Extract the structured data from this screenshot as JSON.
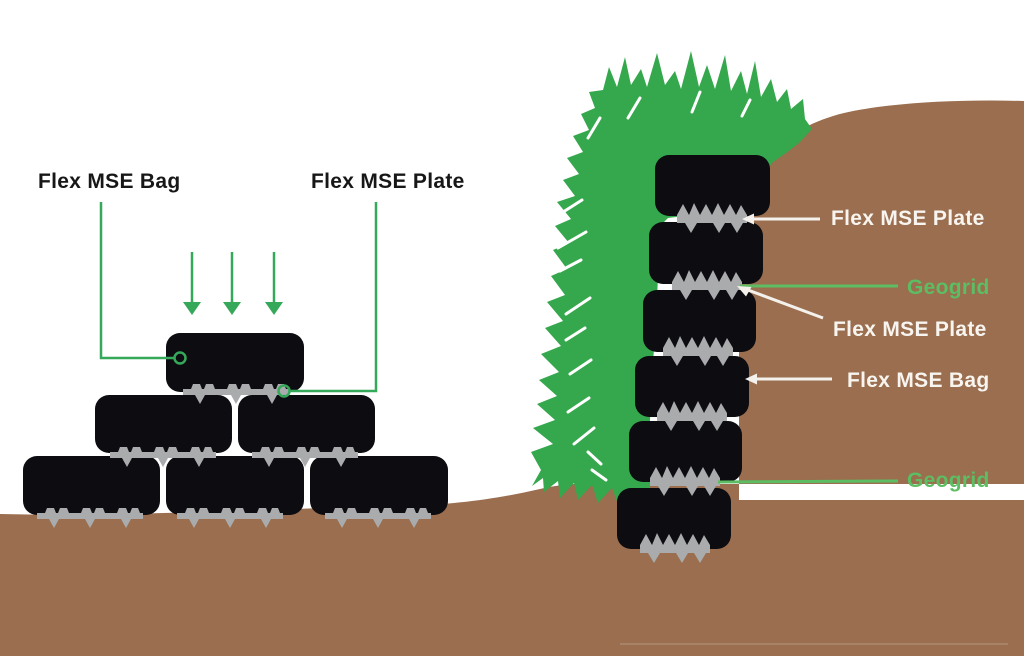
{
  "diagram": {
    "left": {
      "bag_label": "Flex MSE Bag",
      "plate_label": "Flex MSE Plate"
    },
    "right": {
      "plate_label_top": "Flex MSE Plate",
      "geogrid_label_top": "Geogrid",
      "plate_label_mid": "Flex MSE Plate",
      "bag_label": "Flex MSE Bag",
      "geogrid_label_bottom": "Geogrid"
    },
    "colors": {
      "background": "#ffffff",
      "soil_brown": "#9a6e4e",
      "grass_green": "#35a84d",
      "bag_black": "#0c0c11",
      "plate_gray": "#a9abad",
      "annotation_green": "#35a85a",
      "geogrid_green": "#5cbd63",
      "annotation_white": "#f4f1ec",
      "label_dark": "#171717",
      "label_light": "#f8f5f0"
    }
  }
}
